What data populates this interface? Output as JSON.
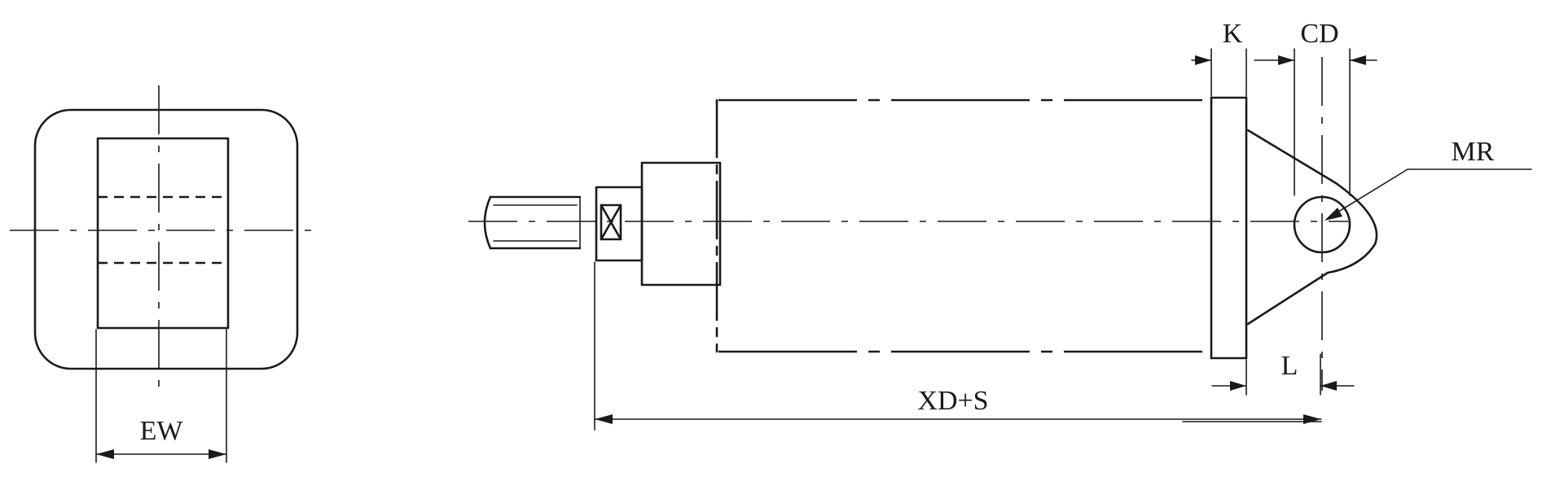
{
  "labels": {
    "ew": "EW",
    "k": "K",
    "cd": "CD",
    "mr": "MR",
    "l": "L",
    "xds": "XD+S"
  }
}
